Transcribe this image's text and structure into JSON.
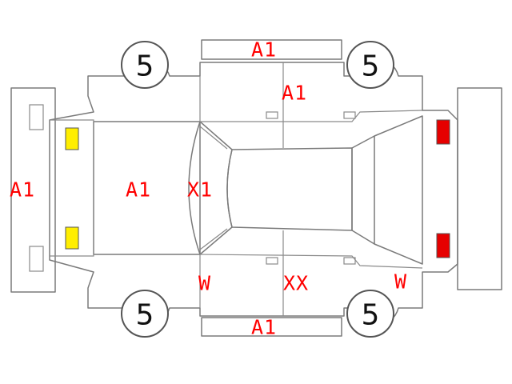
{
  "damage_codes": {
    "front_bumper": "A1",
    "hood": "A1",
    "windshield": "X1",
    "roof_top_panel": "A1",
    "top_bumper": "A1",
    "bottom_bumper": "A1",
    "bottom_front_fender": "W",
    "bottom_doors": "XX",
    "bottom_rear_fender": "W"
  },
  "wheels": {
    "top_left": "5",
    "top_right": "5",
    "bottom_left": "5",
    "bottom_right": "5"
  },
  "colors": {
    "code_text": "#ff0000",
    "headlamp": "#ffee00",
    "taillamp": "#e60000",
    "outline": "#7a7a7a"
  }
}
